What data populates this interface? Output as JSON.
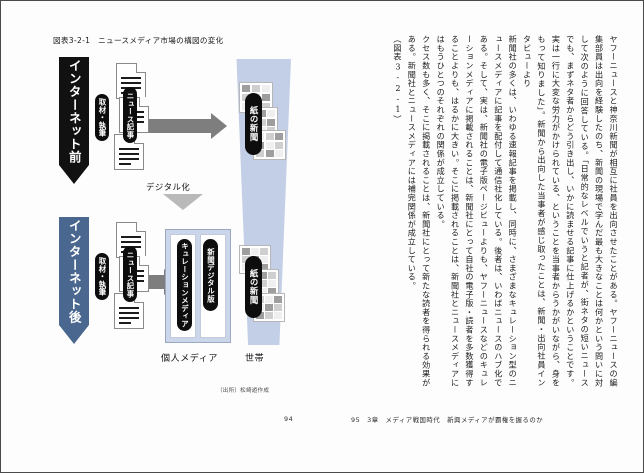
{
  "figure": {
    "title": "図表3-2-1　ニュースメディア市場の構図の変化",
    "source_note": "（出所）松崎遊作成",
    "eras": [
      {
        "label": "インターネット前",
        "color": "#111111"
      },
      {
        "label": "インターネット後",
        "color": "#4a6790"
      }
    ],
    "labels": {
      "reporting_1": "取材・執筆",
      "reporting_2": "取材・執筆",
      "news_article_1": "ニュース記事",
      "news_article_2": "ニュース記事",
      "paper_newspaper_1": "紙の新聞",
      "paper_newspaper_2": "紙の新聞",
      "curation_media": "キュレーションメディア",
      "newspaper_digital": "新聞デジタル版",
      "digitization": "デジタル化"
    },
    "column_captions": {
      "personal_media": "個人メディア",
      "household": "世帯"
    },
    "colors": {
      "era_before": "#111111",
      "era_after": "#4a6790",
      "household_band": "#c3cfe6",
      "personal_box": "#ccd6ea",
      "gray_arrow": "#7e7e7e",
      "pill": "#0d0d0d"
    }
  },
  "body": {
    "paragraphs": [
      "ヤフーニュースと神奈川新聞が相互に社員を出向させたことがある。ヤフーニュースの編集部員は出向を経験したのち、新聞の現場で学んだ最も大きなことは何かという問いに対して次のように回答している。「日常的なレベルでいうと記者が、街ネタの短いニュースでも、まずネタ者からどう引き出し、いかに読ませる記事に仕上げるかということです。実は一行に大変な労力がかけられている、ということを当事者からうかがいながら、身をもって知りました」。新聞から出向した当事者が感じ取ったことは、新聞・出向社員インタビューより",
      "新聞社の多くは、いわゆる速報記事を掲載し、同時に、さまざまなキュレーション型のニュースメディアに記事を配付して通信社化している。後者は、いわばニュースのハブ化である。そして、実は、新聞社の電子版ページビューよりも、ヤフーニュースなどのキュレーションメディアに掲載されることは、新聞社にとって自社の電子版・読者を多数獲得することよりも、はるかに大きい。そこに掲載されることは、新聞社とニュースメディアにはもうひとつのそれぞれの関係が成立している。",
      "クセス数も多く、そこに掲載されることは、新聞社にとって新たな読者を得られる効果がある。新聞社とニュースメディアには補完関係が成立している。",
      "（図表3-2-1）"
    ]
  },
  "footer": {
    "left_page": "94",
    "right_page": "95",
    "chapter": "3章　メディア戦国時代",
    "chapter_title": "新興メディアが覇権を握るのか"
  }
}
